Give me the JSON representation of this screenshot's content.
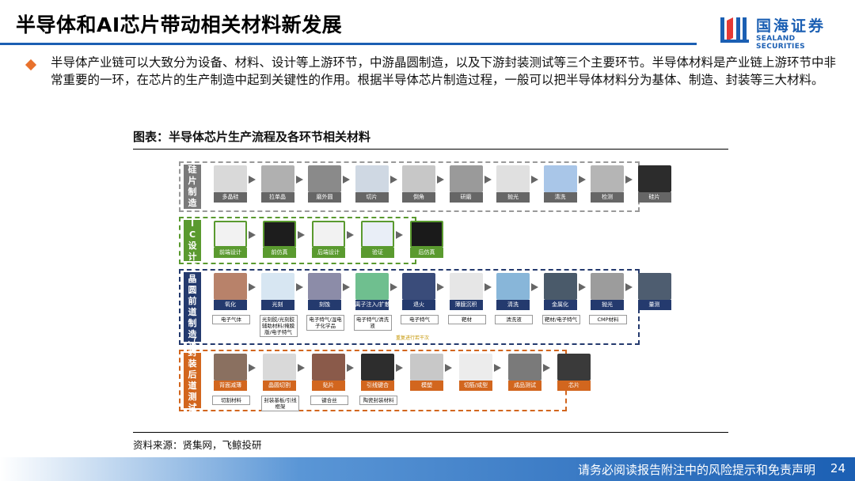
{
  "header": {
    "title": "半导体和AI芯片带动相关材料新发展",
    "logo_cn": "国海证券",
    "logo_en": "SEALAND SECURITIES"
  },
  "body": {
    "paragraph": "半导体产业链可以大致分为设备、材料、设计等上游环节，中游晶圆制造，以及下游封装测试等三个主要环节。半导体材料是产业链上游环节中非常重要的一环，在芯片的生产制造中起到关键性的作用。根据半导体芯片制造过程，一般可以把半导体材料分为基体、制造、封装等三大材料。",
    "figure_title": "图表：半导体芯片生产流程及各环节相关材料",
    "source": "资料来源：贤集网，飞鲸投研"
  },
  "figure": {
    "rows": [
      {
        "label": "硅片制造",
        "color": "#7a7a7a",
        "steps": [
          "多晶硅",
          "拉单晶",
          "磨外圆",
          "切片",
          "倒角",
          "研磨",
          "抛光",
          "清洗",
          "检测",
          "硅片"
        ]
      },
      {
        "label": "IC设计",
        "color": "#5a9a2f",
        "steps": [
          "前端设计",
          "前仿真",
          "后端设计",
          "验证",
          "后仿真"
        ]
      },
      {
        "label": "（晶圆前道制造）",
        "color": "#243a6e",
        "steps": [
          "氧化",
          "光刻",
          "刻蚀",
          "离子注入/扩散",
          "退火",
          "薄膜沉积",
          "清洗",
          "金属化",
          "抛光",
          "量测"
        ],
        "materials": [
          "电子气体",
          "光刻胶/光刻胶辅助材料/掩膜版/电子特气",
          "电子特气/湿电子化学品",
          "电子特气/清洗液",
          "电子特气",
          "靶材",
          "清洗液",
          "靶材/电子特气",
          "CMP材料"
        ],
        "repeat_note": "重复进行若干次"
      },
      {
        "label": "（封装后道测试）",
        "color": "#d2661e",
        "steps": [
          "背面减薄",
          "晶圆切割",
          "贴片",
          "引线键合",
          "模塑",
          "切筋/成型",
          "成品测试",
          "芯片"
        ],
        "materials": [
          "切割材料",
          "封装基板/引线框架",
          "键合丝",
          "陶瓷封装材料"
        ]
      }
    ]
  },
  "footer": {
    "disclaimer": "请务必阅读报告附注中的风险提示和免责声明",
    "page": "24"
  },
  "colors": {
    "brand": "#1b5fb3",
    "accent": "#e8712c"
  }
}
